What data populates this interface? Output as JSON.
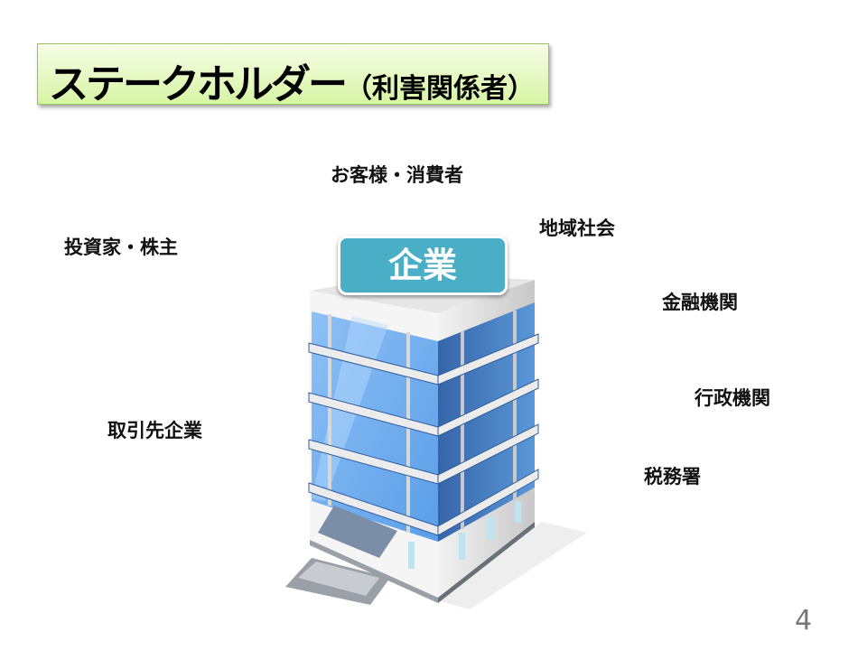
{
  "title": {
    "main": "ステークホルダー",
    "sub": "（利害関係者）"
  },
  "center": {
    "label": "企業"
  },
  "stakeholders": [
    "お客様・消費者",
    "地域社会",
    "投資家・株主",
    "金融機関",
    "行政機関",
    "取引先企業",
    "税務署"
  ],
  "page_number": "4"
}
